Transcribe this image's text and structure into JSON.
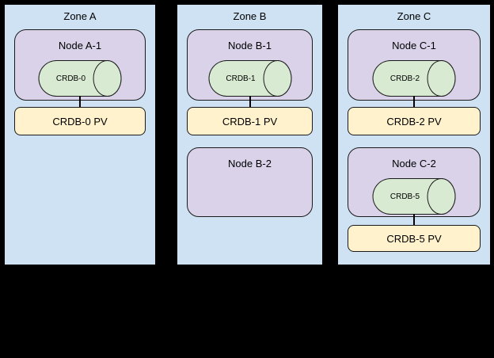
{
  "colors": {
    "background": "#000000",
    "zone_fill": "#cfe2f3",
    "node_fill": "#d9d2e9",
    "cylinder_fill": "#d9ead3",
    "pv_fill": "#fff2cc",
    "zone_border": "#000000",
    "shape_border": "#1a1a1a",
    "text": "#000000"
  },
  "zones": [
    {
      "title": "Zone A",
      "nodes": [
        {
          "title": "Node A-1",
          "pod": "CRDB-0",
          "pv": "CRDB-0 PV"
        }
      ]
    },
    {
      "title": "Zone B",
      "nodes": [
        {
          "title": "Node B-1",
          "pod": "CRDB-1",
          "pv": "CRDB-1 PV"
        },
        {
          "title": "Node B-2"
        }
      ]
    },
    {
      "title": "Zone C",
      "nodes": [
        {
          "title": "Node C-1",
          "pod": "CRDB-2",
          "pv": "CRDB-2 PV"
        },
        {
          "title": "Node C-2",
          "pod": "CRDB-5",
          "pv": "CRDB-5 PV"
        }
      ]
    }
  ]
}
